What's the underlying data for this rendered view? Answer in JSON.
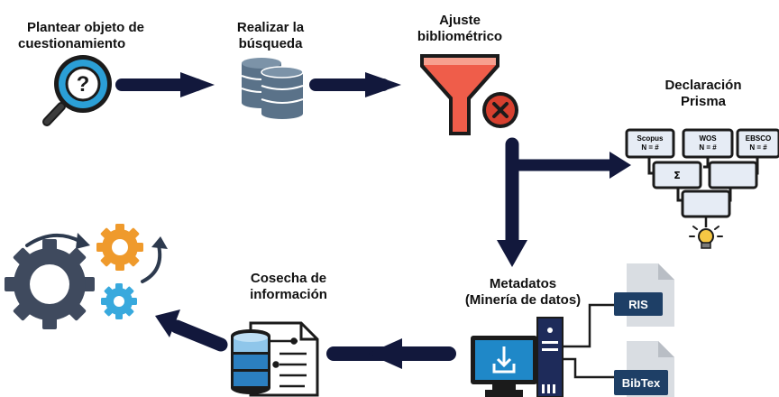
{
  "colors": {
    "arrow": "#12183c",
    "magnifier": "#2b9fd6",
    "database": "#5a7289",
    "filter": "#ef5d4a",
    "filter_x": "#d7402f",
    "gear_dark": "#3f4a5e",
    "gear_orange": "#ef9a2c",
    "gear_blue": "#38a9dd",
    "prisma_box": "#e6ecf5",
    "monitor": "#1f88c8",
    "file": "#1e3f66",
    "bulb": "#f6c744"
  },
  "steps": {
    "plantear": {
      "line1": "Plantear objeto de",
      "line2": "cuestionamiento",
      "icon": "question-magnifier-icon"
    },
    "busqueda": {
      "line1": "Realizar la",
      "line2": "búsqueda",
      "icon": "database-icon"
    },
    "ajuste": {
      "line1": "Ajuste",
      "line2": "bibliométrico",
      "icon": "filter-remove-icon"
    },
    "prisma": {
      "line1": "Declaración",
      "line2": "Prisma",
      "icon": "flowchart-icon"
    },
    "metadatos": {
      "line1": "Metadatos",
      "line2": "(Minería de datos)",
      "icon": "computer-download-icon"
    },
    "cosecha": {
      "line1": "Cosecha de",
      "line2": "información",
      "icon": "document-database-icon"
    },
    "final": {
      "icon": "gears-icon"
    }
  },
  "prisma_boxes": {
    "scopus": {
      "name": "Scopus",
      "count": "N = #"
    },
    "wos": {
      "name": "WOS",
      "count": "N = #"
    },
    "ebsco": {
      "name": "EBSCO",
      "count": "N = #"
    },
    "sum": "Σ"
  },
  "files": {
    "ris": "RIS",
    "bibtex": "BibTex"
  }
}
